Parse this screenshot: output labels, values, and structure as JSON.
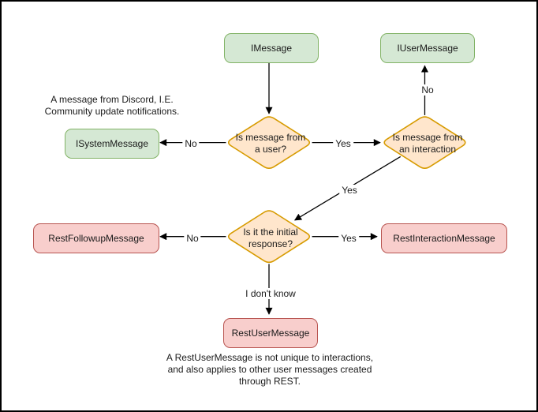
{
  "nodes": {
    "imessage": "IMessage",
    "iusermessage": "IUserMessage",
    "isystemmessage": "ISystemMessage",
    "restfollowupmessage": "RestFollowupMessage",
    "restinteractionmessage": "RestInteractionMessage",
    "restusermessage": "RestUserMessage"
  },
  "decisions": {
    "from_user": "Is message from\na user?",
    "from_interaction": "Is message from\nan interaction",
    "initial_response": "Is it the initial\nresponse?"
  },
  "edge_labels": {
    "to_system": "No",
    "to_interaction": "Yes",
    "to_usermessage": "No",
    "to_initial": "Yes",
    "to_followup": "No",
    "to_interactionmessage": "Yes",
    "to_restuser": "I don't know"
  },
  "annotations": {
    "system_note": "A message from Discord, I.E.\nCommunity update notifications.",
    "restuser_note": "A RestUserMessage is not unique to interactions,\nand also applies to other user messages created\nthrough REST."
  },
  "colors": {
    "node_green_fill": "#d5e8d4",
    "node_green_stroke": "#82b366",
    "decision_fill": "#ffe6cc",
    "decision_stroke": "#d79b00",
    "node_red_fill": "#f8cecc",
    "node_red_stroke": "#b85450",
    "edge": "#000000",
    "canvas_border": "#000000",
    "background": "#ffffff"
  }
}
